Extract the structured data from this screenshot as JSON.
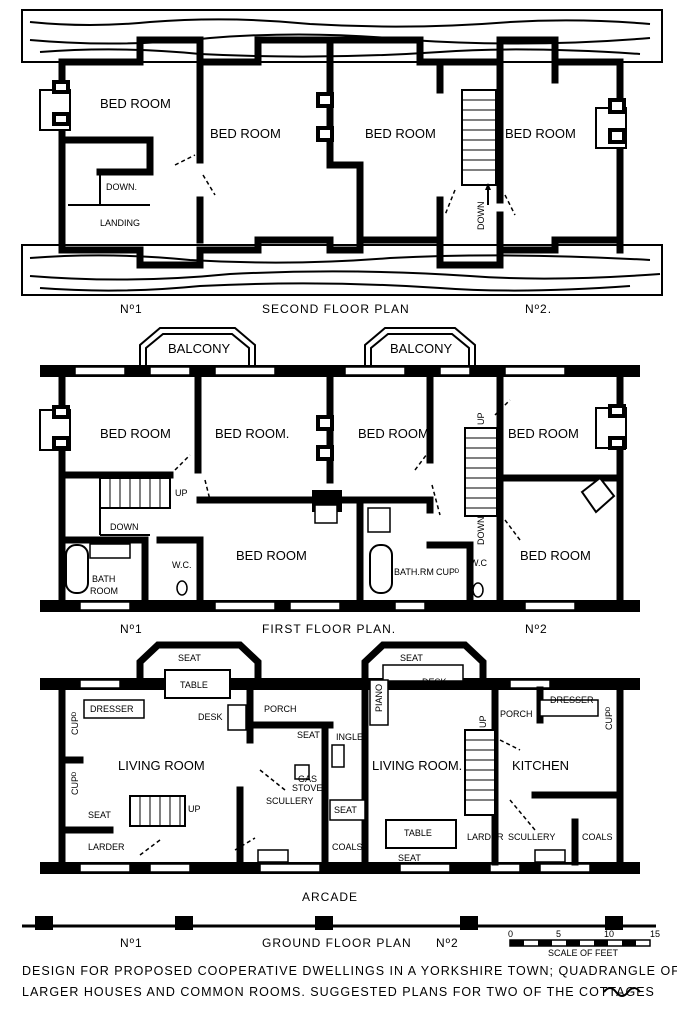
{
  "second_floor": {
    "rooms": [
      "BED ROOM",
      "BED ROOM",
      "BED ROOM",
      "BED ROOM"
    ],
    "landing": "LANDING",
    "down_1": "DOWN.",
    "down_2": "DOWN",
    "title": "SECOND FLOOR PLAN",
    "no1": "Nº1",
    "no2": "Nº2."
  },
  "first_floor": {
    "balcony_1": "BALCONY",
    "balcony_2": "BALCONY",
    "bed_1": "BED ROOM",
    "bed_2": "BED ROOM.",
    "bed_3": "BED ROOM",
    "bed_4": "BED ROOM",
    "bed_5": "BED ROOM",
    "bed_6": "BED ROOM",
    "up_1": "UP",
    "down_1": "DOWN",
    "bath_1": "BATH",
    "bath_2": "ROOM",
    "wc_1": "W.C.",
    "bathrm": "BATH.RM",
    "cupd": "CUPᴰ",
    "wc_2": "W.C",
    "up_2": "UP",
    "down_2": "DOWN",
    "title": "FIRST FLOOR PLAN.",
    "no1": "Nº1",
    "no2": "Nº2"
  },
  "ground_floor": {
    "seat_bay_1": "SEAT",
    "table_1": "TABLE",
    "dresser_1": "DRESSER",
    "desk_1": "DESK",
    "porch_1": "PORCH",
    "cupd_1": "CUPᴰ",
    "living_1": "LIVING ROOM",
    "seat_1": "SEAT",
    "gas_stove_1": "GAS",
    "gas_stove_2": "STOVE",
    "cupd_2": "CUPᴰ",
    "seat_2": "SEAT",
    "up_1": "UP",
    "scullery_1": "SCULLERY",
    "larder_1": "LARDER",
    "coals_1": "COALS",
    "seat_bay_2": "SEAT",
    "piano": "PIANO",
    "desk_2": "DESK",
    "ingle": "INGLE",
    "living_2": "LIVING ROOM.",
    "seat_3": "SEAT",
    "table_2": "TABLE",
    "seat_4": "SEAT",
    "porch_2": "PORCH",
    "dresser_2": "DRESSER",
    "cupd_3": "CUPᴰ",
    "up_2": "UP",
    "kitchen": "KITCHEN",
    "larder_2": "LARDER",
    "scullery_2": "SCULLERY",
    "coals_2": "COALS",
    "arcade": "ARCADE",
    "title": "GROUND FLOOR PLAN",
    "no1": "Nº1",
    "no2": "Nº2"
  },
  "scale": {
    "ticks": [
      "0",
      "5",
      "10",
      "15"
    ],
    "label": "SCALE OF FEET"
  },
  "caption": {
    "line1": "DESIGN FOR PROPOSED COOPERATIVE DWELLINGS IN A YORKSHIRE TOWN; QUADRANGLE OF",
    "line2": "LARGER HOUSES AND COMMON ROOMS. SUGGESTED PLANS FOR TWO OF THE COTTAGES"
  }
}
